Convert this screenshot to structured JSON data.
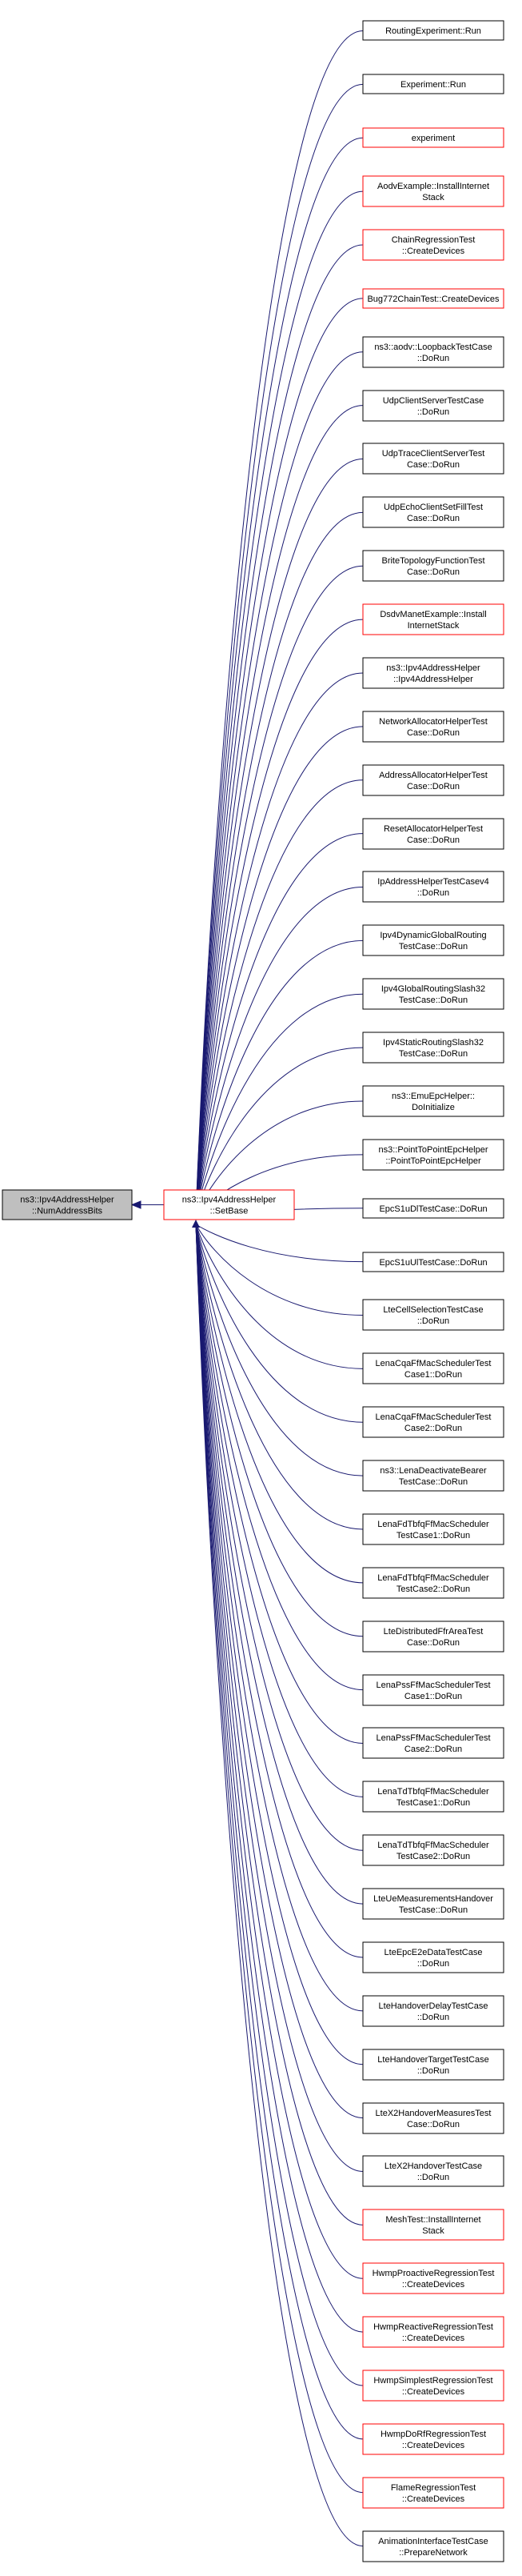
{
  "diagram": {
    "type": "call-graph",
    "colors": {
      "edge": "#191970",
      "node_border_normal": "#000000",
      "node_border_undocumented": "#ff0000",
      "focus_fill": "#bfbfbf",
      "node_fill": "#ffffff"
    },
    "focus": {
      "id": "numaddressbits",
      "lines": [
        "ns3::Ipv4AddressHelper",
        "::NumAddressBits"
      ]
    },
    "middle": {
      "id": "setbase",
      "lines": [
        "ns3::Ipv4AddressHelper",
        "::SetBase"
      ],
      "border": "red"
    },
    "callers": [
      {
        "lines": [
          "RoutingExperiment::Run"
        ],
        "border": "black"
      },
      {
        "lines": [
          "Experiment::Run"
        ],
        "border": "black"
      },
      {
        "lines": [
          "experiment"
        ],
        "border": "red"
      },
      {
        "lines": [
          "AodvExample::InstallInternet",
          "Stack"
        ],
        "border": "red"
      },
      {
        "lines": [
          "ChainRegressionTest",
          "::CreateDevices"
        ],
        "border": "red"
      },
      {
        "lines": [
          "Bug772ChainTest::CreateDevices"
        ],
        "border": "red"
      },
      {
        "lines": [
          "ns3::aodv::LoopbackTestCase",
          "::DoRun"
        ],
        "border": "black"
      },
      {
        "lines": [
          "UdpClientServerTestCase",
          "::DoRun"
        ],
        "border": "black"
      },
      {
        "lines": [
          "UdpTraceClientServerTest",
          "Case::DoRun"
        ],
        "border": "black"
      },
      {
        "lines": [
          "UdpEchoClientSetFillTest",
          "Case::DoRun"
        ],
        "border": "black"
      },
      {
        "lines": [
          "BriteTopologyFunctionTest",
          "Case::DoRun"
        ],
        "border": "black"
      },
      {
        "lines": [
          "DsdvManetExample::Install",
          "InternetStack"
        ],
        "border": "red"
      },
      {
        "lines": [
          "ns3::Ipv4AddressHelper",
          "::Ipv4AddressHelper"
        ],
        "border": "black"
      },
      {
        "lines": [
          "NetworkAllocatorHelperTest",
          "Case::DoRun"
        ],
        "border": "black"
      },
      {
        "lines": [
          "AddressAllocatorHelperTest",
          "Case::DoRun"
        ],
        "border": "black"
      },
      {
        "lines": [
          "ResetAllocatorHelperTest",
          "Case::DoRun"
        ],
        "border": "black"
      },
      {
        "lines": [
          "IpAddressHelperTestCasev4",
          "::DoRun"
        ],
        "border": "black"
      },
      {
        "lines": [
          "Ipv4DynamicGlobalRouting",
          "TestCase::DoRun"
        ],
        "border": "black"
      },
      {
        "lines": [
          "Ipv4GlobalRoutingSlash32",
          "TestCase::DoRun"
        ],
        "border": "black"
      },
      {
        "lines": [
          "Ipv4StaticRoutingSlash32",
          "TestCase::DoRun"
        ],
        "border": "black"
      },
      {
        "lines": [
          "ns3::EmuEpcHelper::",
          "DoInitialize"
        ],
        "border": "black"
      },
      {
        "lines": [
          "ns3::PointToPointEpcHelper",
          "::PointToPointEpcHelper"
        ],
        "border": "black"
      },
      {
        "lines": [
          "EpcS1uDlTestCase::DoRun"
        ],
        "border": "black"
      },
      {
        "lines": [
          "EpcS1uUlTestCase::DoRun"
        ],
        "border": "black"
      },
      {
        "lines": [
          "LteCellSelectionTestCase",
          "::DoRun"
        ],
        "border": "black"
      },
      {
        "lines": [
          "LenaCqaFfMacSchedulerTest",
          "Case1::DoRun"
        ],
        "border": "black"
      },
      {
        "lines": [
          "LenaCqaFfMacSchedulerTest",
          "Case2::DoRun"
        ],
        "border": "black"
      },
      {
        "lines": [
          "ns3::LenaDeactivateBearer",
          "TestCase::DoRun"
        ],
        "border": "black"
      },
      {
        "lines": [
          "LenaFdTbfqFfMacScheduler",
          "TestCase1::DoRun"
        ],
        "border": "black"
      },
      {
        "lines": [
          "LenaFdTbfqFfMacScheduler",
          "TestCase2::DoRun"
        ],
        "border": "black"
      },
      {
        "lines": [
          "LteDistributedFfrAreaTest",
          "Case::DoRun"
        ],
        "border": "black"
      },
      {
        "lines": [
          "LenaPssFfMacSchedulerTest",
          "Case1::DoRun"
        ],
        "border": "black"
      },
      {
        "lines": [
          "LenaPssFfMacSchedulerTest",
          "Case2::DoRun"
        ],
        "border": "black"
      },
      {
        "lines": [
          "LenaTdTbfqFfMacScheduler",
          "TestCase1::DoRun"
        ],
        "border": "black"
      },
      {
        "lines": [
          "LenaTdTbfqFfMacScheduler",
          "TestCase2::DoRun"
        ],
        "border": "black"
      },
      {
        "lines": [
          "LteUeMeasurementsHandover",
          "TestCase::DoRun"
        ],
        "border": "black"
      },
      {
        "lines": [
          "LteEpcE2eDataTestCase",
          "::DoRun"
        ],
        "border": "black"
      },
      {
        "lines": [
          "LteHandoverDelayTestCase",
          "::DoRun"
        ],
        "border": "black"
      },
      {
        "lines": [
          "LteHandoverTargetTestCase",
          "::DoRun"
        ],
        "border": "black"
      },
      {
        "lines": [
          "LteX2HandoverMeasuresTest",
          "Case::DoRun"
        ],
        "border": "black"
      },
      {
        "lines": [
          "LteX2HandoverTestCase",
          "::DoRun"
        ],
        "border": "black"
      },
      {
        "lines": [
          "MeshTest::InstallInternet",
          "Stack"
        ],
        "border": "red"
      },
      {
        "lines": [
          "HwmpProactiveRegressionTest",
          "::CreateDevices"
        ],
        "border": "red"
      },
      {
        "lines": [
          "HwmpReactiveRegressionTest",
          "::CreateDevices"
        ],
        "border": "red"
      },
      {
        "lines": [
          "HwmpSimplestRegressionTest",
          "::CreateDevices"
        ],
        "border": "red"
      },
      {
        "lines": [
          "HwmpDoRfRegressionTest",
          "::CreateDevices"
        ],
        "border": "red"
      },
      {
        "lines": [
          "FlameRegressionTest",
          "::CreateDevices"
        ],
        "border": "red"
      },
      {
        "lines": [
          "AnimationInterfaceTestCase",
          "::PrepareNetwork"
        ],
        "border": "black"
      }
    ]
  }
}
